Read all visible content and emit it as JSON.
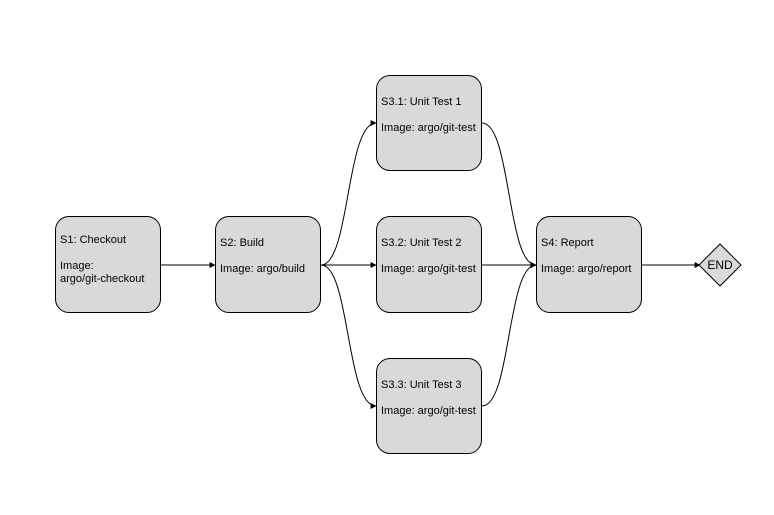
{
  "nodes": {
    "s1": {
      "title": "S1: Checkout",
      "image_line1": "Image:",
      "image_line2": "argo/git-checkout"
    },
    "s2": {
      "title": "S2: Build",
      "image": "Image: argo/build"
    },
    "s31": {
      "title": "S3.1: Unit Test 1",
      "image": "Image: argo/git-test"
    },
    "s32": {
      "title": "S3.2: Unit Test 2",
      "image": "Image: argo/git-test"
    },
    "s33": {
      "title": "S3.3: Unit Test 3",
      "image": "Image: argo/git-test"
    },
    "s4": {
      "title": "S4: Report",
      "image": "Image: argo/report"
    },
    "end": {
      "label": "END"
    }
  },
  "colors": {
    "node_fill": "#d9d9d9",
    "stroke": "#000000",
    "end_fill": "#d9d9d9"
  }
}
